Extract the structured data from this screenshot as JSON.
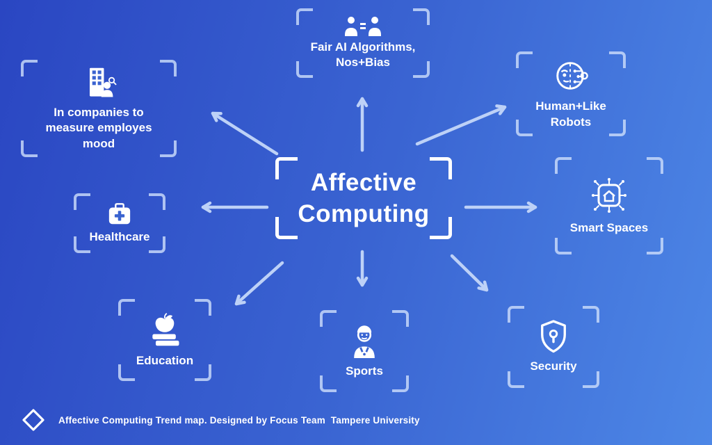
{
  "center": {
    "label": "Affective\nComputing"
  },
  "nodes": [
    {
      "id": "fair-ai",
      "label": "Fair AI Algorithms,\nNos+Bias",
      "icon": "people-equality-icon"
    },
    {
      "id": "human-like-robots",
      "label": "Human+Like\nRobots",
      "icon": "robot-face-icon"
    },
    {
      "id": "smart-spaces",
      "label": "Smart Spaces",
      "icon": "smart-home-chip-icon"
    },
    {
      "id": "security",
      "label": "Security",
      "icon": "shield-lock-icon"
    },
    {
      "id": "sports",
      "label": "Sports",
      "icon": "athlete-icon"
    },
    {
      "id": "education",
      "label": "Education",
      "icon": "apple-books-icon"
    },
    {
      "id": "healthcare",
      "label": "Healthcare",
      "icon": "medical-bag-icon"
    },
    {
      "id": "companies",
      "label": "In companies to\nmeasure employes\nmood",
      "icon": "office-building-icon"
    }
  ],
  "footer": {
    "text": "Affective Computing Trend map. Designed by Focus Team  Tampere University"
  },
  "colors": {
    "background_start": "#2a46c2",
    "background_end": "#4d87e6",
    "arrow": "#bdd1f7",
    "frame": "#cbdcfa",
    "text": "#ffffff"
  }
}
